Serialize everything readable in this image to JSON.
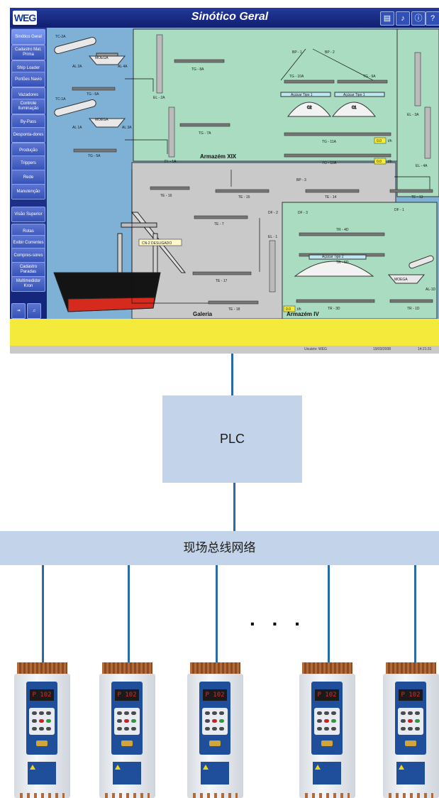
{
  "scada": {
    "logo": "WEG",
    "title": "Sinótico Geral",
    "toolbar_icons": [
      "report-icon",
      "alarm-bell-icon",
      "info-icon",
      "help-icon"
    ],
    "help_glyph": "?",
    "nav": [
      "Sinótico Geral",
      "Cadastro Mat. Prima",
      "Ship Loader",
      "Portões Navio",
      "Vazadores",
      "Controle Iluminação",
      "By-Pass",
      "Desponta-dores",
      "Produção",
      "Trippers",
      "Rede",
      "Manutenção",
      "Visão Superior",
      "Rotas",
      "Exibir Correntes",
      "Compres-sores",
      "Cadastro Paradas",
      "Multimedidor Kron"
    ],
    "areas": {
      "armazem_xix": "Armazém XIX",
      "galeria": "Galeria",
      "armazem_iv": "Armazém IV"
    },
    "status_message": "CN-2 DESLIGADO",
    "silo_labels": {
      "c2": "C2",
      "c1": "C1"
    },
    "product_labels": {
      "tipo1": "Açúcar Tipo 1",
      "tipo2": "Açúcar Tipo 2"
    },
    "moega": "MOEGA",
    "flow_readings": {
      "value": "0.0",
      "unit": "t/h"
    },
    "tags": {
      "tc2a": "TC-2A",
      "tc1a": "TC-1A",
      "al2a": "AL 2A",
      "al4a": "AL 4A",
      "al1a": "AL 1A",
      "al3a": "AL 3A",
      "tg6a": "TG - 6A",
      "tg8a": "TG - 8A",
      "el2a": "EL - 2A",
      "tg5a": "TG - 5A",
      "tg7a": "TG - 7A",
      "el1a": "EL - 1A",
      "bp1": "BP - 1",
      "bp2": "BP - 2",
      "tg10a": "TG - 10A",
      "tg9a": "TG - 9A",
      "tg11a": "TG - 11A",
      "tg12a": "TG - 12A",
      "el3a": "EL - 3A",
      "el4a": "EL - 4A",
      "te16": "TE - 16",
      "te15": "TE - 15",
      "bp3": "BP - 3",
      "te14": "TE - 14",
      "te13": "TE - 13",
      "te7": "TE - 7",
      "df2": "DF - 2",
      "df3": "DF - 3",
      "df1": "DF - 1",
      "el1": "EL - 1",
      "tr4d": "TR - 4D",
      "tr5d": "TR - 5D",
      "te17": "TE - 17",
      "te18": "TE - 18",
      "tr3d": "TR - 3D",
      "tr1d": "TR - 1D",
      "al1d": "AL-1D"
    },
    "status_bar": {
      "user": "Usuário: WEG",
      "date": "19/03/2008",
      "time": "14:21:31"
    }
  },
  "diagram": {
    "plc_label": "PLC",
    "bus_label": "现场总线网络",
    "ellipsis": ". . .",
    "drive_display": "P 102",
    "drive_count": 5
  },
  "colors": {
    "storage_area": "#a9dcc0",
    "gallery_area": "#c9c9c9",
    "alarm_bar": "#f3ea3b",
    "network_line": "#2b6aa8",
    "box_fill": "#c3d4ea"
  }
}
